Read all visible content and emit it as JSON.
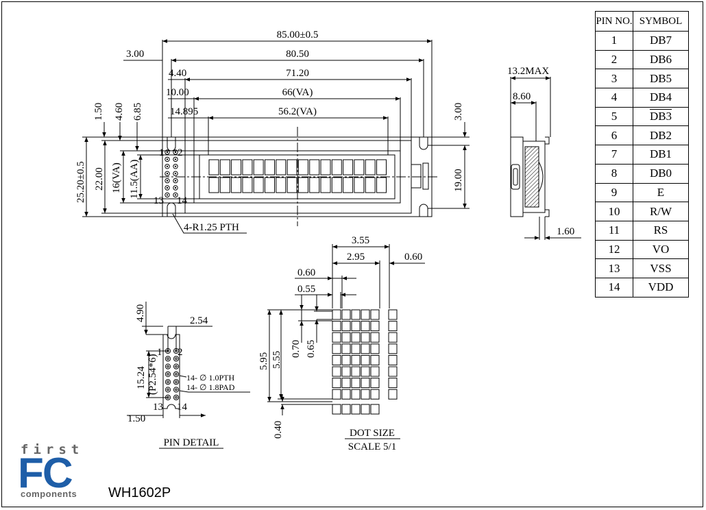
{
  "model": "WH1602P",
  "logo": {
    "top": "first",
    "main": "FC",
    "bottom": "components",
    "colors": {
      "main": "#1e5ea8",
      "sub": "#666666"
    }
  },
  "table": {
    "headers": [
      "PIN NO.",
      "SYMBOL"
    ],
    "rows": [
      [
        "1",
        "DB7"
      ],
      [
        "2",
        "DB6"
      ],
      [
        "3",
        "DB5"
      ],
      [
        "4",
        "DB4"
      ],
      [
        "5",
        "DB3"
      ],
      [
        "6",
        "DB2"
      ],
      [
        "7",
        "DB1"
      ],
      [
        "8",
        "DB0"
      ],
      [
        "9",
        "E"
      ],
      [
        "10",
        "R/W"
      ],
      [
        "11",
        "RS"
      ],
      [
        "12",
        "VO"
      ],
      [
        "13",
        "VSS"
      ],
      [
        "14",
        "VDD"
      ]
    ]
  },
  "dims": {
    "overall_w": "85.00±0.5",
    "pcb_hole_pitch": "80.50",
    "lcd_w": "71.20",
    "va_w": "66(VA)",
    "aa_w": "56.2(VA)",
    "d300": "3.00",
    "d440": "4.40",
    "d1000": "10.00",
    "d14895": "14.895",
    "d150": "1.50",
    "d460": "4.60",
    "d685": "6.85",
    "d300r": "3.00",
    "overall_h": "25.20±0.5",
    "lcd_h": "22.00",
    "va_h": "16(VA)",
    "aa_h": "11.5(AA)",
    "hole_h": "19.00",
    "side_max": "13.2MAX",
    "side_860": "8.60",
    "side_160": "1.60",
    "pth": "4-R1.25 PTH"
  },
  "pin_detail": {
    "title": "PIN DETAIL",
    "d490": "4.90",
    "d254": "2.54",
    "d1524": "15.24",
    "p254": "(P2.54*6)",
    "d150": "1.50",
    "pth": "14- ∅ 1.0PTH",
    "pad": "14- ∅ 1.8PAD",
    "n1": "1",
    "n2": "2",
    "n13": "13",
    "n14": "14"
  },
  "dot_size": {
    "title": "DOT SIZE",
    "scale": "SCALE 5/1",
    "d355": "3.55",
    "d295": "2.95",
    "d060a": "0.60",
    "d060b": "0.60",
    "d055": "0.55",
    "d595": "5.95",
    "d555": "5.55",
    "d070": "0.70",
    "d065": "0.65",
    "d040": "0.40"
  },
  "main_pins": {
    "n1": "1",
    "n2": "2",
    "n13": "13",
    "n14": "14"
  }
}
